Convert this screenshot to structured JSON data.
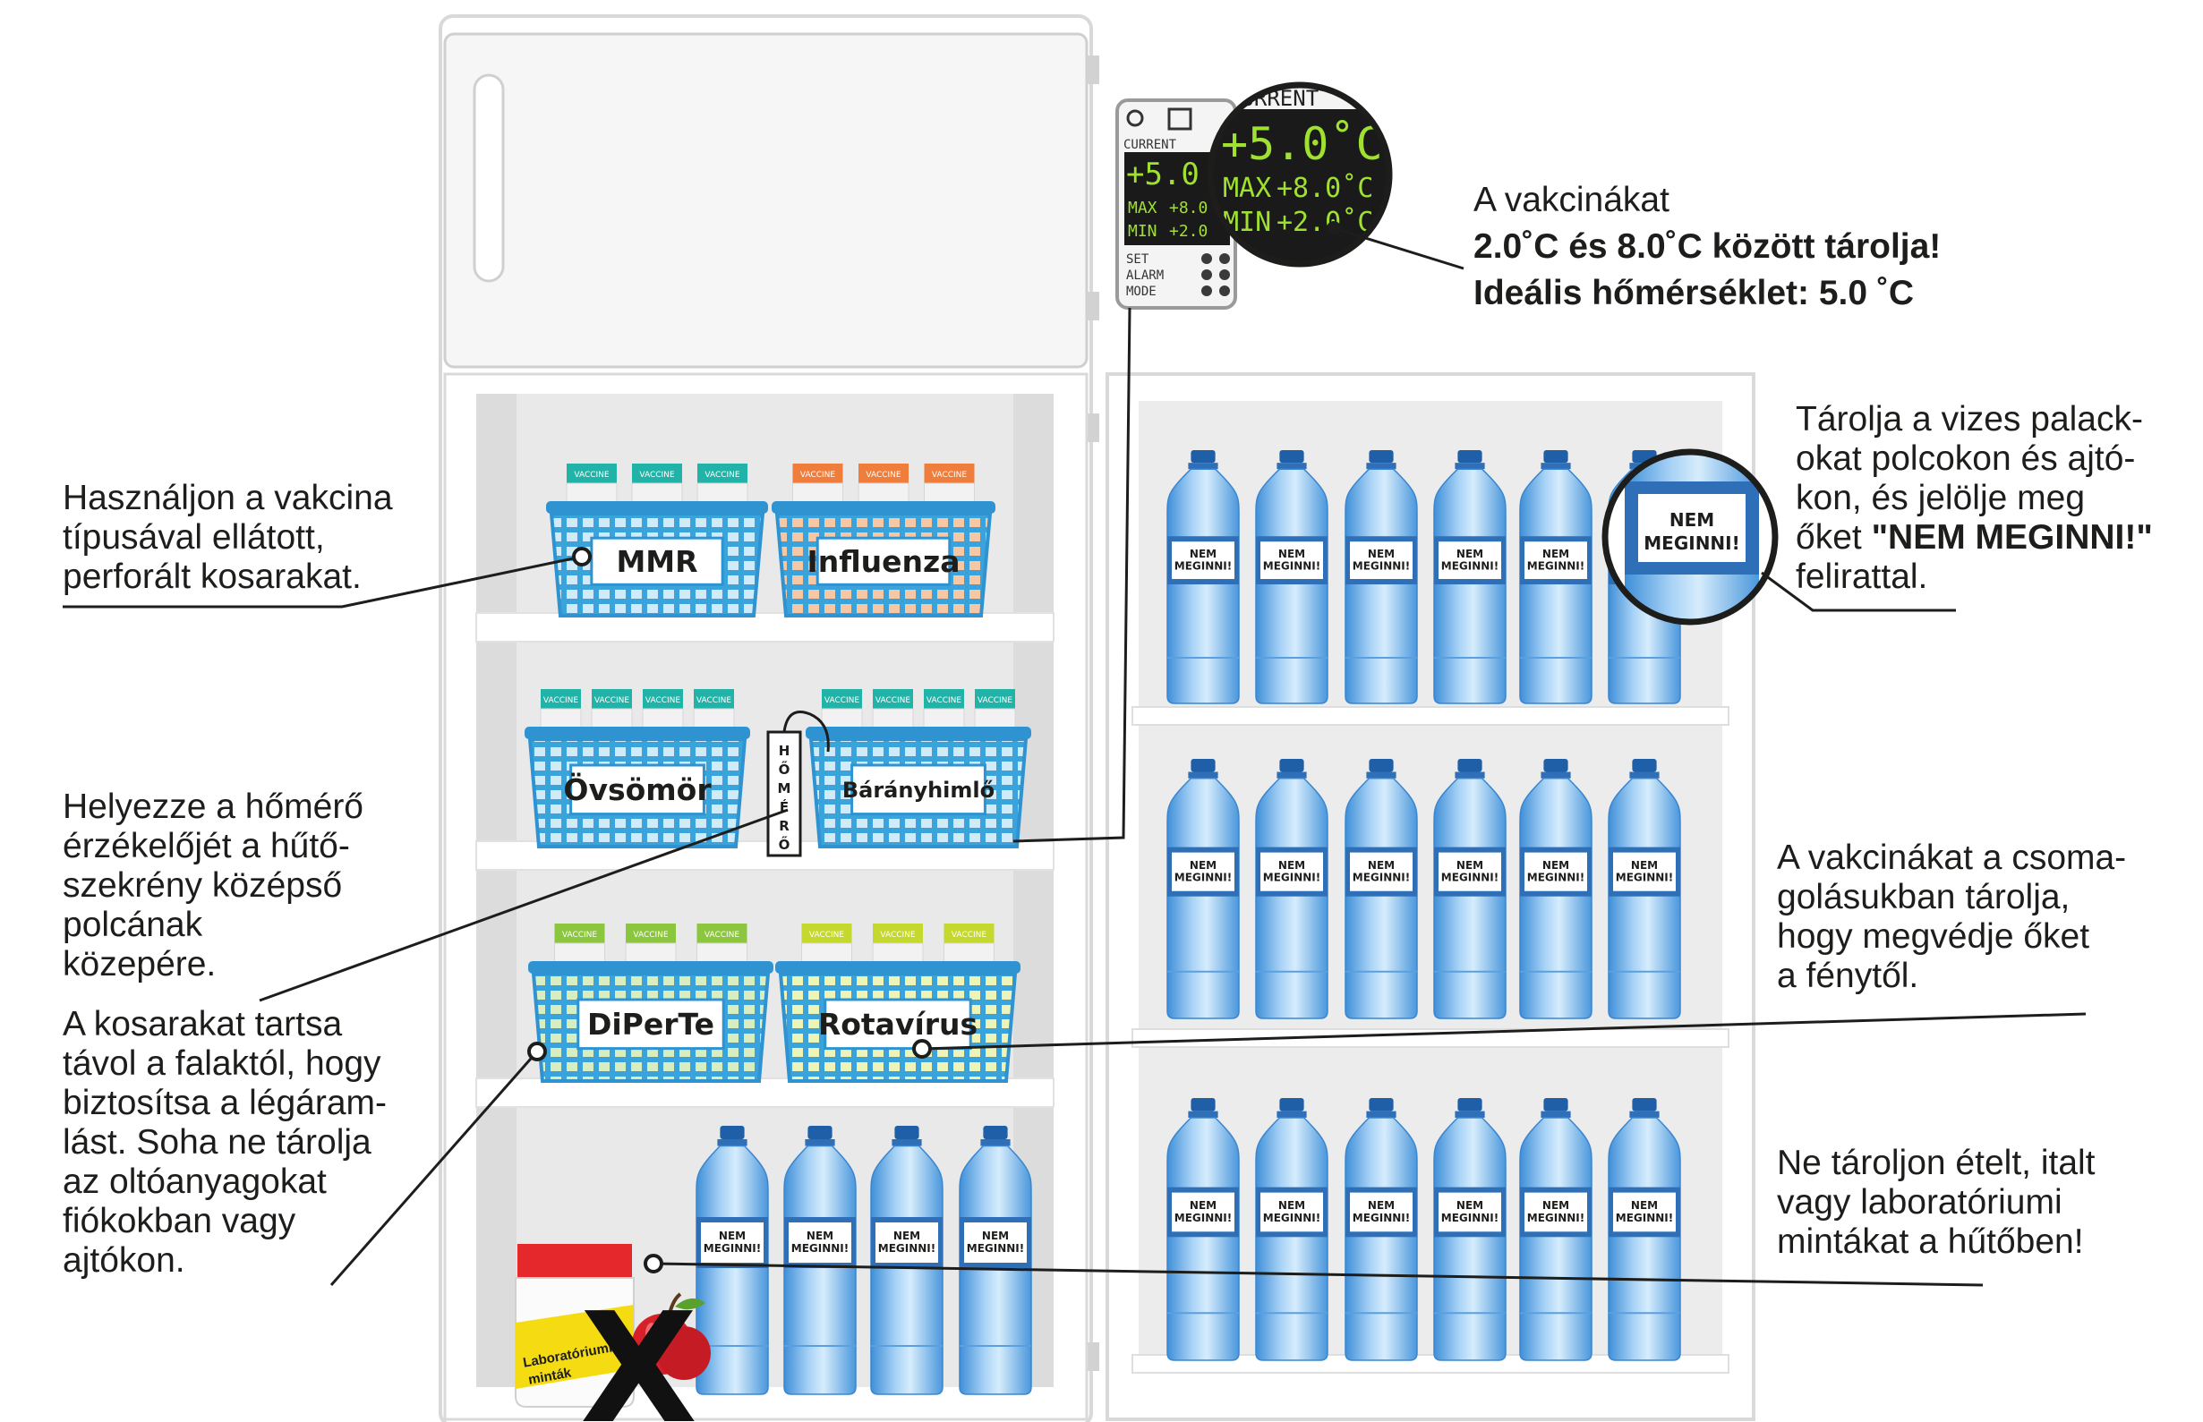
{
  "display": {
    "current_label": "CURRENT",
    "current_value": "+5.0˚C",
    "current_value_small": "+5.0",
    "max_label": "MAX",
    "max_value": "+8.0˚C",
    "max_value_small": "+8.0",
    "min_label": "MIN",
    "min_value": "+2.0˚C",
    "min_value_small": "+2.0",
    "buttons": [
      "SET",
      "ALARM",
      "MODE"
    ]
  },
  "vaccine_box_label": "VACCINE",
  "baskets": {
    "mmr": "MMR",
    "influenza": "Influenza",
    "ovsomor": "Övsömör",
    "baranyhimlo": "Bárányhimlő",
    "diperte": "DiPerTe",
    "rotavirus": "Rotavírus"
  },
  "thermometer_probe_letters": [
    "H",
    "Ő",
    "M",
    "É",
    "R",
    "Ő"
  ],
  "bottle_label": {
    "line1": "NEM",
    "line2": "MEGINNI!"
  },
  "lab_jar_label": {
    "line1": "Laboratóriumi",
    "line2": "minták"
  },
  "crossout": "X",
  "colors": {
    "basket_blue": "#3aa3dc",
    "mmr_caps": "#21b3a7",
    "influenza_caps": "#ef7d3c",
    "green_caps": "#8cc63f",
    "lime_caps": "#c4d82e",
    "display_green": "#9fe030",
    "jar_red": "#e4282b",
    "jar_yellow": "#f5dc12",
    "apple_red": "#d6202a"
  },
  "notes": {
    "temp": {
      "line1": "A vakcinákat",
      "line2": "2.0˚C és 8.0˚C között tárolja!",
      "line3": "Ideális hőmérséklet: 5.0 ˚C"
    },
    "water": {
      "line1": "Tárolja a vizes palack-",
      "line2": "okat polcokon és ajtó-",
      "line3": "kon, és jelölje meg",
      "line4_prefix": "őket ",
      "line4_bold": "\"NEM MEGINNI!\"",
      "line5": "felirattal."
    },
    "baskets": {
      "line1": "Használjon a vakcina",
      "line2": "típusával ellátott,",
      "line3": "perforált kosarakat."
    },
    "sensor": {
      "line1": "Helyezze a hőmérő",
      "line2": "érzékelőjét a hűtő-",
      "line3": "szekrény középső",
      "line4": "polcának",
      "line5": "közepére."
    },
    "airflow": {
      "line1": "A kosarakat tartsa",
      "line2": "távol a falaktól, hogy",
      "line3": "biztosítsa a légáram-",
      "line4": "lást. Soha ne tárolja",
      "line5": "az  oltóanyagokat",
      "line6": "fiókokban vagy",
      "line7": "ajtókon."
    },
    "packaging": {
      "line1": "A vakcinákat a csoma-",
      "line2": "golásukban tárolja,",
      "line3": "hogy megvédje őket",
      "line4": "a fénytől."
    },
    "food": {
      "line1": "Ne tároljon ételt, italt",
      "line2": "vagy laboratóriumi",
      "line3": "mintákat a hűtőben!"
    }
  }
}
